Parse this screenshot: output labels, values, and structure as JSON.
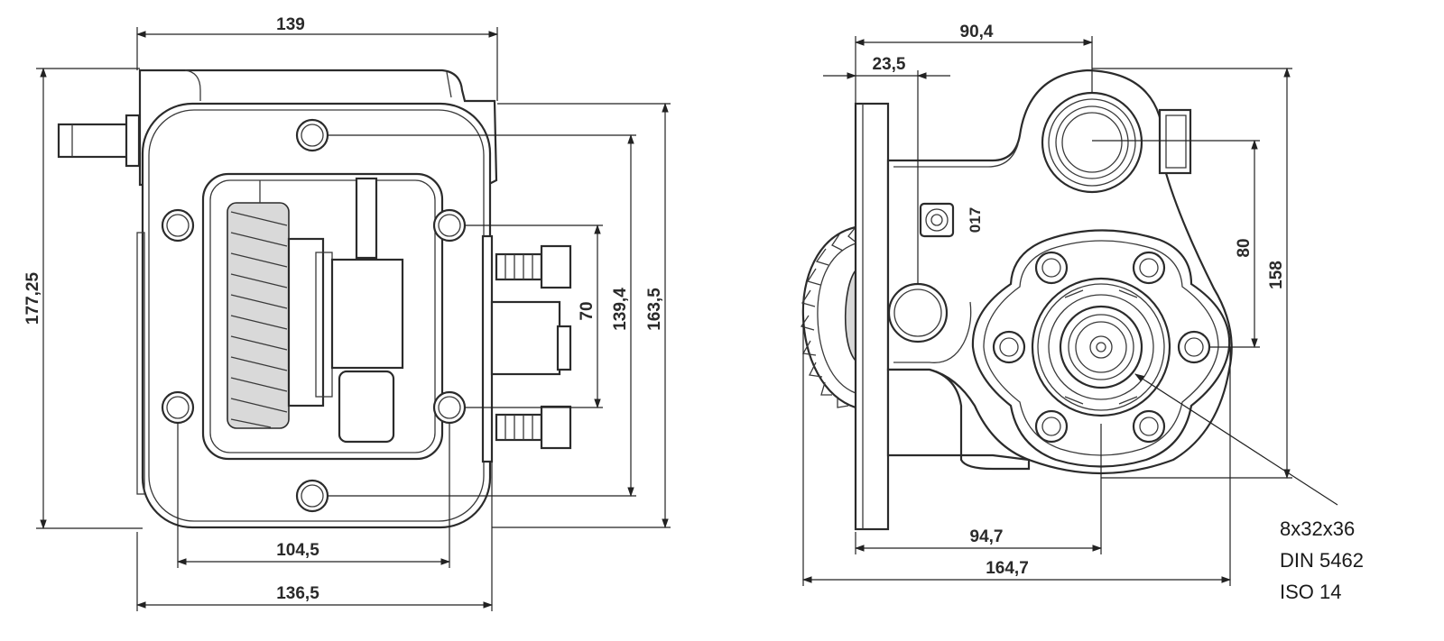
{
  "front_view": {
    "dimensions": {
      "top_width": "139",
      "overall_height": "177,25",
      "bolt_vertical_inner": "70",
      "bolt_vertical_outer": "139,4",
      "flange_height": "163,5",
      "bolt_horizontal": "104,5",
      "bottom_width": "136,5"
    }
  },
  "side_view": {
    "dimensions": {
      "shaft_offset": "90,4",
      "flange_thickness": "23,5",
      "axis_spacing": "80",
      "overall_height": "158",
      "output_offset": "94,7",
      "overall_width": "164,7"
    },
    "stamp_text": "017",
    "spline_note": {
      "line1": "8x32x36",
      "line2": "DIN 5462",
      "line3": "ISO 14"
    }
  }
}
